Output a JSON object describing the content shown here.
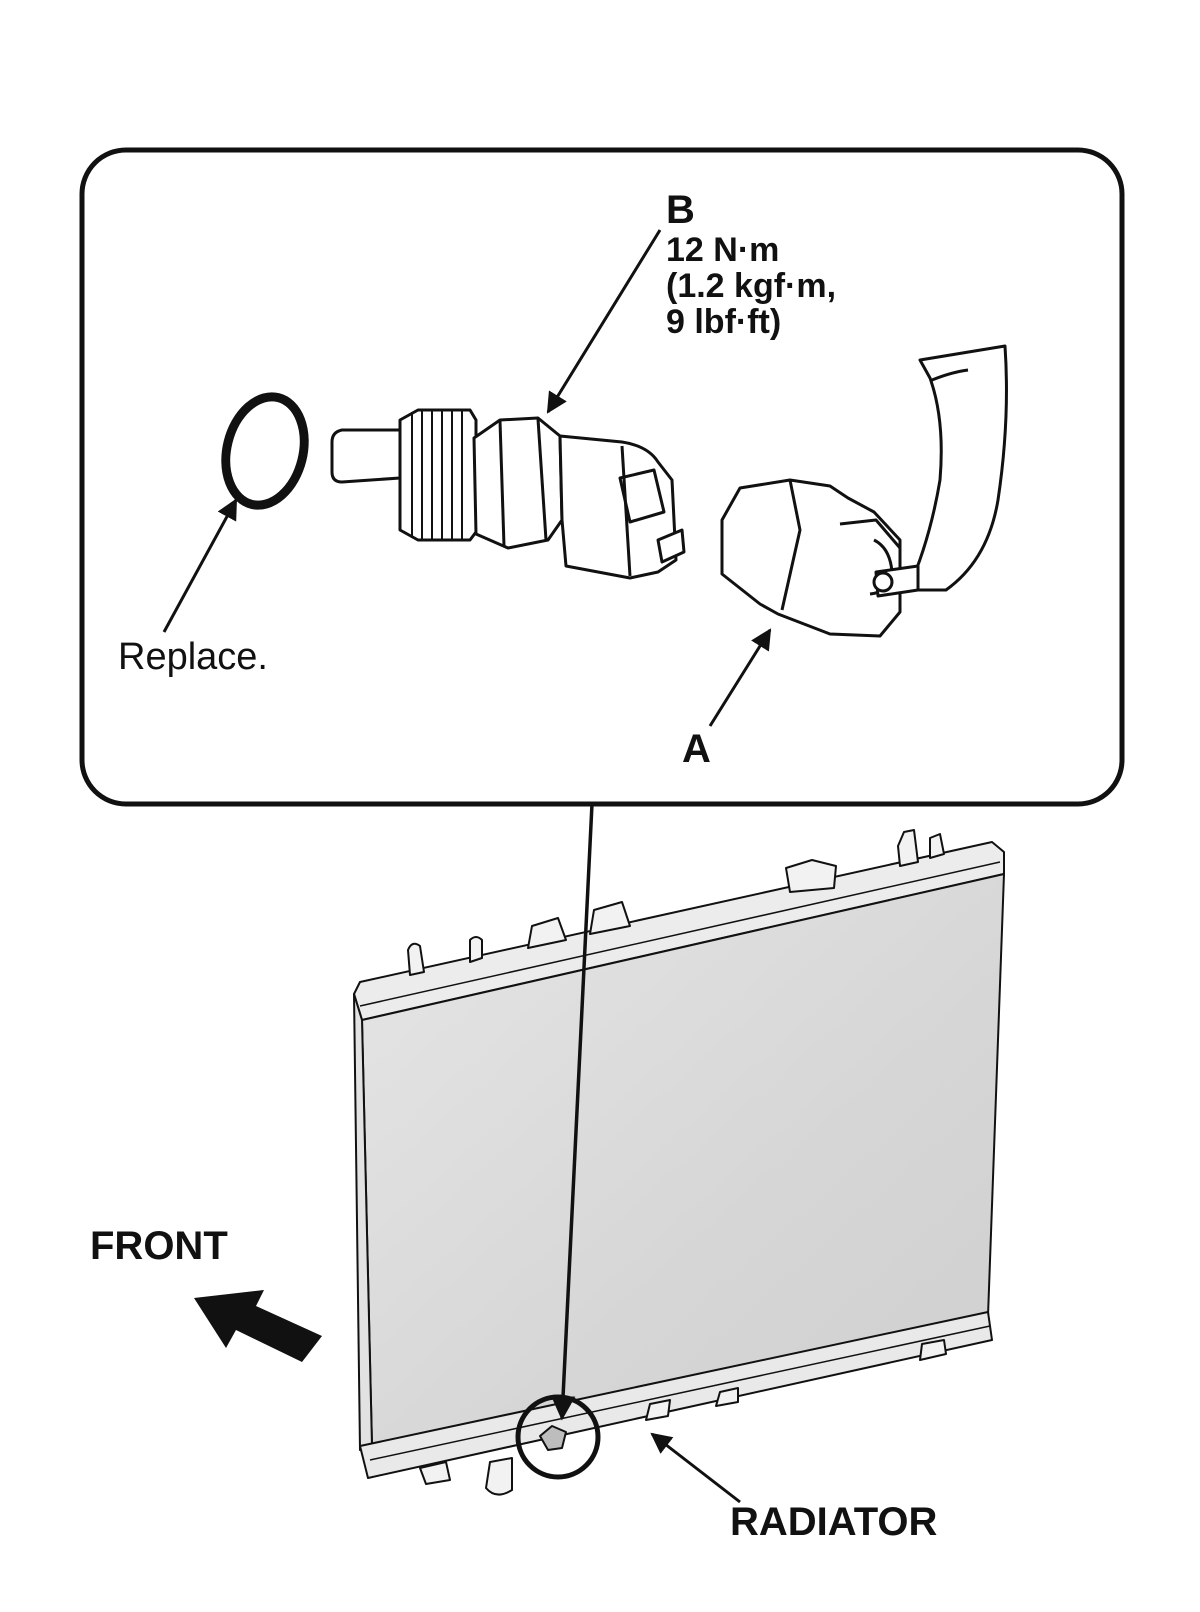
{
  "detail_view": {
    "part_b_callout": "B",
    "torque_spec": "12 N·m\n(1.2 kgf·m,\n9 lbf·ft)",
    "o_ring_callout": "Replace.",
    "part_a_callout": "A"
  },
  "overview": {
    "direction_label": "FRONT",
    "component_label": "RADIATOR"
  },
  "colors": {
    "line": "#111111",
    "radiator_core": "#dedede",
    "radiator_tank": "#e9e9e9",
    "paper": "#ffffff"
  },
  "icons": [
    "o-ring-icon",
    "sensor-icon",
    "connector-icon",
    "radiator-icon",
    "front-arrow-icon"
  ]
}
